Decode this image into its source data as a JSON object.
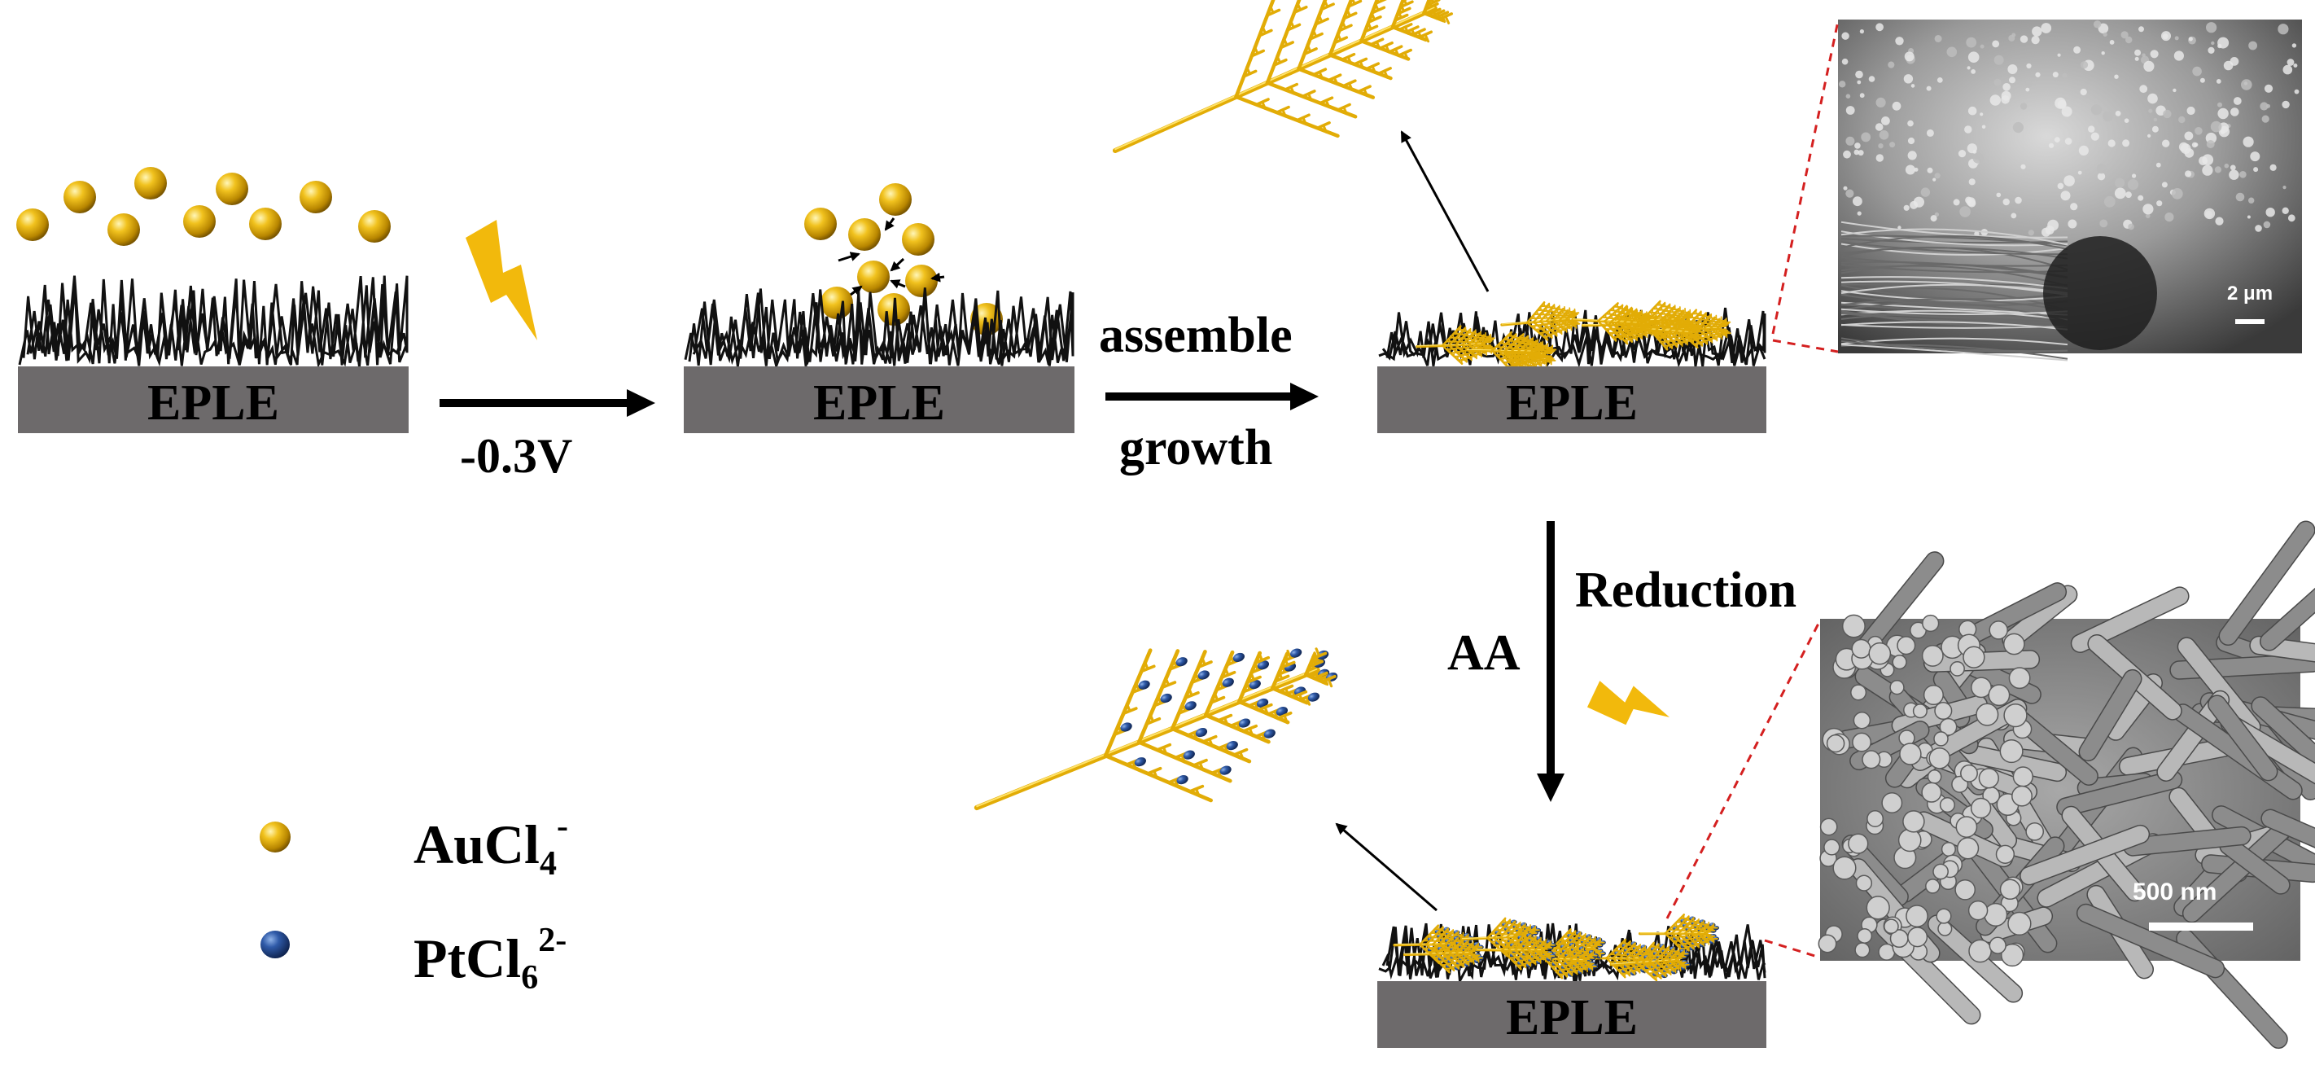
{
  "substrate": {
    "label": "EPLE",
    "color": "#6d6a6b"
  },
  "colors": {
    "gold": "#e8b50a",
    "gold_dark": "#9a7400",
    "platinum": "#2c4a8a",
    "bolt": "#f2b90c",
    "dashed": "#d42020"
  },
  "steps": {
    "step1": {
      "arrow_label": "-0.3V"
    },
    "step2": {
      "arrow_label_top": "assemble",
      "arrow_label_bottom": "growth"
    },
    "step3": {
      "arrow_label": "Reduction",
      "reagent": "AA"
    }
  },
  "sem": {
    "top": {
      "scale_label": "2 μm"
    },
    "bottom": {
      "scale_label": "500 nm"
    }
  },
  "legend": {
    "au": {
      "base": "AuCl",
      "sub": "4",
      "sup": "-",
      "icon": "gold-sphere-icon"
    },
    "pt": {
      "base": "PtCl",
      "sub": "6",
      "sup": "2-",
      "icon": "blue-sphere-icon"
    }
  }
}
